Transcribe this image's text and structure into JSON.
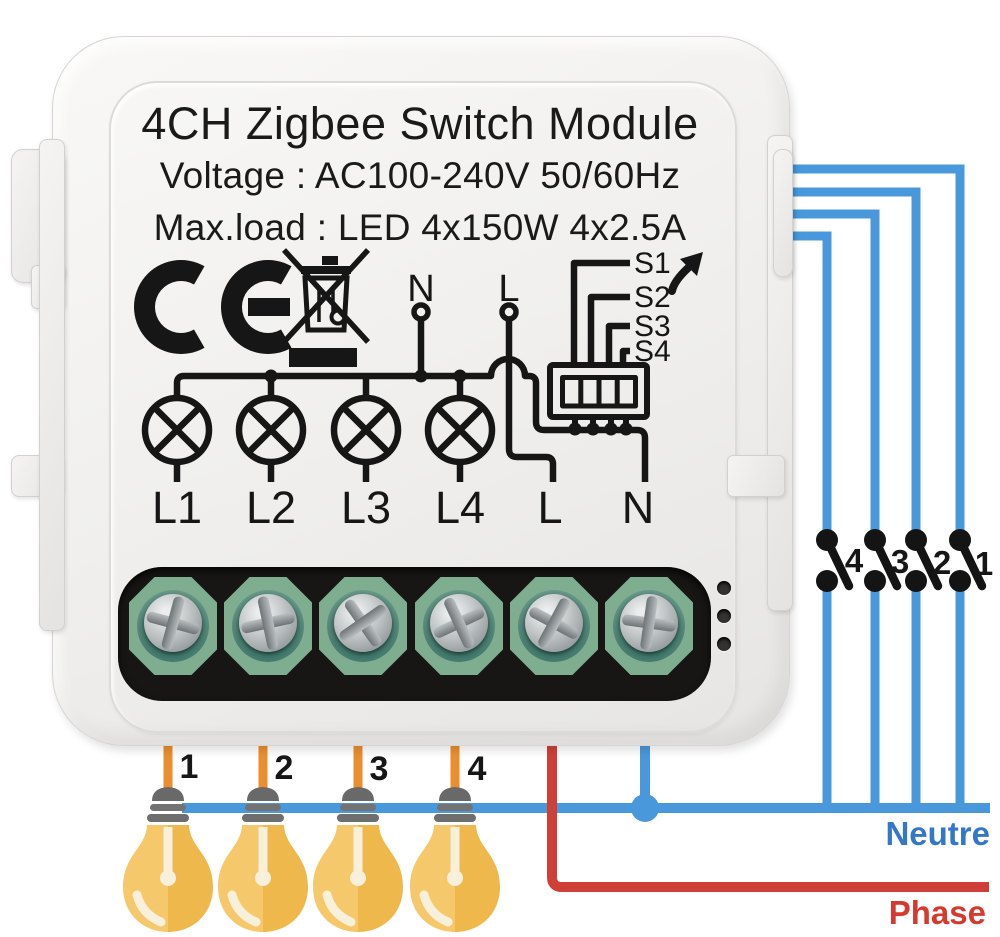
{
  "device": {
    "title": "4CH Zigbee Switch Module",
    "spec_lines": [
      "Voltage : AC100-240V 50/60Hz",
      "Max.load : LED 4x150W  4x2.5A"
    ],
    "certification_icons": [
      "ce-mark",
      "weee-crossed-out-bin"
    ],
    "schematic": {
      "top_terminals": [
        "N",
        "L"
      ],
      "switch_inputs": [
        "S1",
        "S2",
        "S3",
        "S4"
      ],
      "bottom_terminals": [
        "L1",
        "L2",
        "L3",
        "L4",
        "L",
        "N"
      ],
      "screw_terminal_count": 6
    }
  },
  "wiring": {
    "switch_labels": [
      "4",
      "3",
      "2",
      "1"
    ],
    "bulb_labels": [
      "1",
      "2",
      "3",
      "4"
    ],
    "neutral_label": "Neutre",
    "phase_label": "Phase",
    "colors": {
      "neutral_wire": "#4898db",
      "phase_wire": "#ce4037",
      "bulb_wire": "#ea8e2f",
      "neutral_text": "#3377c6",
      "phase_text": "#d63a2f",
      "schematic_ink": "#161616",
      "terminal_green": "#7ead8f"
    }
  }
}
